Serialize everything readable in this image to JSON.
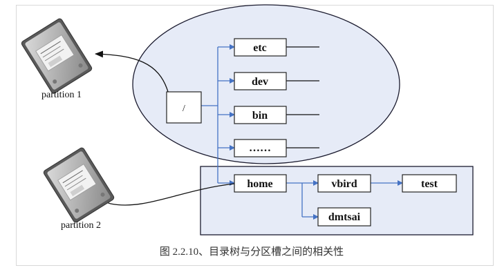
{
  "nodes": {
    "root": "/",
    "etc": "etc",
    "dev": "dev",
    "bin": "bin",
    "more": "……",
    "home": "home",
    "vbird": "vbird",
    "test": "test",
    "dmtsai": "dmtsai"
  },
  "partitions": {
    "p1": "partition 1",
    "p2": "partition 2"
  },
  "caption": "图 2.2.10、目录树与分区槽之间的相关性",
  "colors": {
    "ellipse_fill": "#e6ebf7",
    "home_box_fill": "#e6ebf7",
    "connector_blue": "#4472c4",
    "border_dark": "#1a1a2e"
  },
  "icons": {
    "disk1": "hard-disk-icon",
    "disk2": "hard-disk-icon"
  }
}
